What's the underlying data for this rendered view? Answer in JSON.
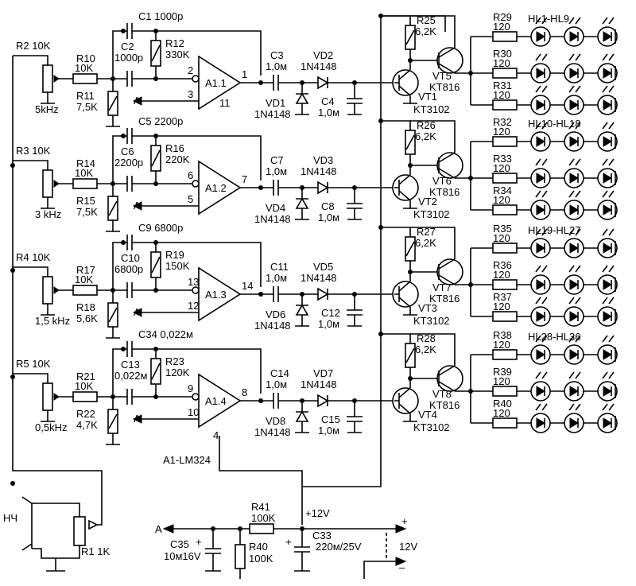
{
  "input": {
    "label": "НЧ",
    "pot": "R1 1K"
  },
  "ch1": {
    "pot": "R2 10K",
    "freq": "5kHz",
    "r_series": [
      "R10",
      "10K"
    ],
    "r_shunt": [
      "R11",
      "7,5K"
    ],
    "c_fb": "C1 1000p",
    "c_in": [
      "C2",
      "1000p"
    ],
    "r_fb": [
      "R12",
      "330K"
    ],
    "opamp": "A1.1",
    "pin_in": "2",
    "pin_ref": "3",
    "pin_out": "1",
    "pin_gnd": "11",
    "ref": "A",
    "c_out": [
      "C3",
      "1,0м"
    ],
    "d_series": [
      "VD2",
      "1N4148"
    ],
    "d_shunt": [
      "VD1",
      "1N4148"
    ],
    "c_filt": [
      "C4",
      "1,0м"
    ],
    "t_drv": "VT1",
    "t_drv_type": "KT3102",
    "t_pwr": "VT5",
    "t_pwr_type": "KT816",
    "r_base": [
      "R25",
      "6,2K"
    ],
    "resistors": [
      [
        "R29",
        "120"
      ],
      [
        "R30",
        "120"
      ],
      [
        "R31",
        "120"
      ]
    ],
    "leds": "HL1-HL9"
  },
  "ch2": {
    "pot": "R3 10K",
    "freq": "3 kHz",
    "r_series": [
      "R14",
      "10K"
    ],
    "r_shunt": [
      "R15",
      "7,5K"
    ],
    "c_fb": "C5  2200p",
    "c_in": [
      "C6",
      "2200p"
    ],
    "r_fb": [
      "R16",
      "220K"
    ],
    "opamp": "A1.2",
    "pin_in": "6",
    "pin_ref": "5",
    "pin_out": "7",
    "ref": "A",
    "c_out": [
      "C7",
      "1,0м"
    ],
    "d_series": [
      "VD3",
      "1N4148"
    ],
    "d_shunt": [
      "VD4",
      "1N4148"
    ],
    "c_filt": [
      "C8",
      "1,0м"
    ],
    "t_drv": "VT2",
    "t_drv_type": "KT3102",
    "t_pwr": "VT6",
    "t_pwr_type": "KT816",
    "r_base": [
      "R26",
      "6,2K"
    ],
    "resistors": [
      [
        "R32",
        "120"
      ],
      [
        "R33",
        "120"
      ],
      [
        "R34",
        "120"
      ]
    ],
    "leds": "HL10-HL18"
  },
  "ch3": {
    "pot": "R4 10K",
    "freq": "1,5 kHz",
    "r_series": [
      "R17",
      "10K"
    ],
    "r_shunt": [
      "R18",
      "5,6K"
    ],
    "c_fb": "C9  6800p",
    "c_in": [
      "C10",
      "6800p"
    ],
    "r_fb": [
      "R19",
      "150K"
    ],
    "opamp": "A1.3",
    "pin_in": "13",
    "pin_ref": "12",
    "pin_out": "14",
    "ref": "A",
    "c_out": [
      "C11",
      "1,0м"
    ],
    "d_series": [
      "VD5",
      "1N4148"
    ],
    "d_shunt": [
      "VD6",
      "1N4148"
    ],
    "c_filt": [
      "C12",
      "1,0м"
    ],
    "t_drv": "VT3",
    "t_drv_type": "KT3102",
    "t_pwr": "VT7",
    "t_pwr_type": "KT816",
    "r_base": [
      "R27",
      "6,2K"
    ],
    "resistors": [
      [
        "R35",
        "120"
      ],
      [
        "R36",
        "120"
      ],
      [
        "R37",
        "120"
      ]
    ],
    "leds": "HL19-HL27"
  },
  "ch4": {
    "pot": "R5 10K",
    "freq": "0,5kHz",
    "r_series": [
      "R21",
      "10K"
    ],
    "r_shunt": [
      "R22",
      "4,7K"
    ],
    "c_fb": "C34  0,022м",
    "c_in": [
      "C13",
      "0,022м"
    ],
    "r_fb": [
      "R23",
      "120K"
    ],
    "opamp": "A1.4",
    "pin_in": "9",
    "pin_ref": "10",
    "pin_out": "8",
    "pin_vcc": "4",
    "ref": "A",
    "c_out": [
      "C14",
      "1,0м"
    ],
    "d_series": [
      "VD7",
      "1N4148"
    ],
    "d_shunt": [
      "VD8",
      "1N4148"
    ],
    "c_filt": [
      "C15",
      "1,0м"
    ],
    "t_drv": "VT4",
    "t_drv_type": "KT3102",
    "t_pwr": "VT8",
    "t_pwr_type": "KT816",
    "r_base": [
      "R28",
      "6,2K"
    ],
    "resistors": [
      [
        "R38",
        "120"
      ],
      [
        "R39",
        "120"
      ],
      [
        "R40",
        "120"
      ]
    ],
    "leds": "HL28-HL36"
  },
  "chip": "A1-LM324",
  "power": {
    "ref": "A",
    "c35": [
      "C35",
      "10м16V"
    ],
    "r41": [
      "R41",
      "100K"
    ],
    "r40": [
      "R40",
      "100K"
    ],
    "c33": [
      "C33",
      "220м/25V"
    ],
    "vplus": "+12V",
    "supply": "12V",
    "plus": "+",
    "minus": "–",
    "cap_plus": "+"
  }
}
